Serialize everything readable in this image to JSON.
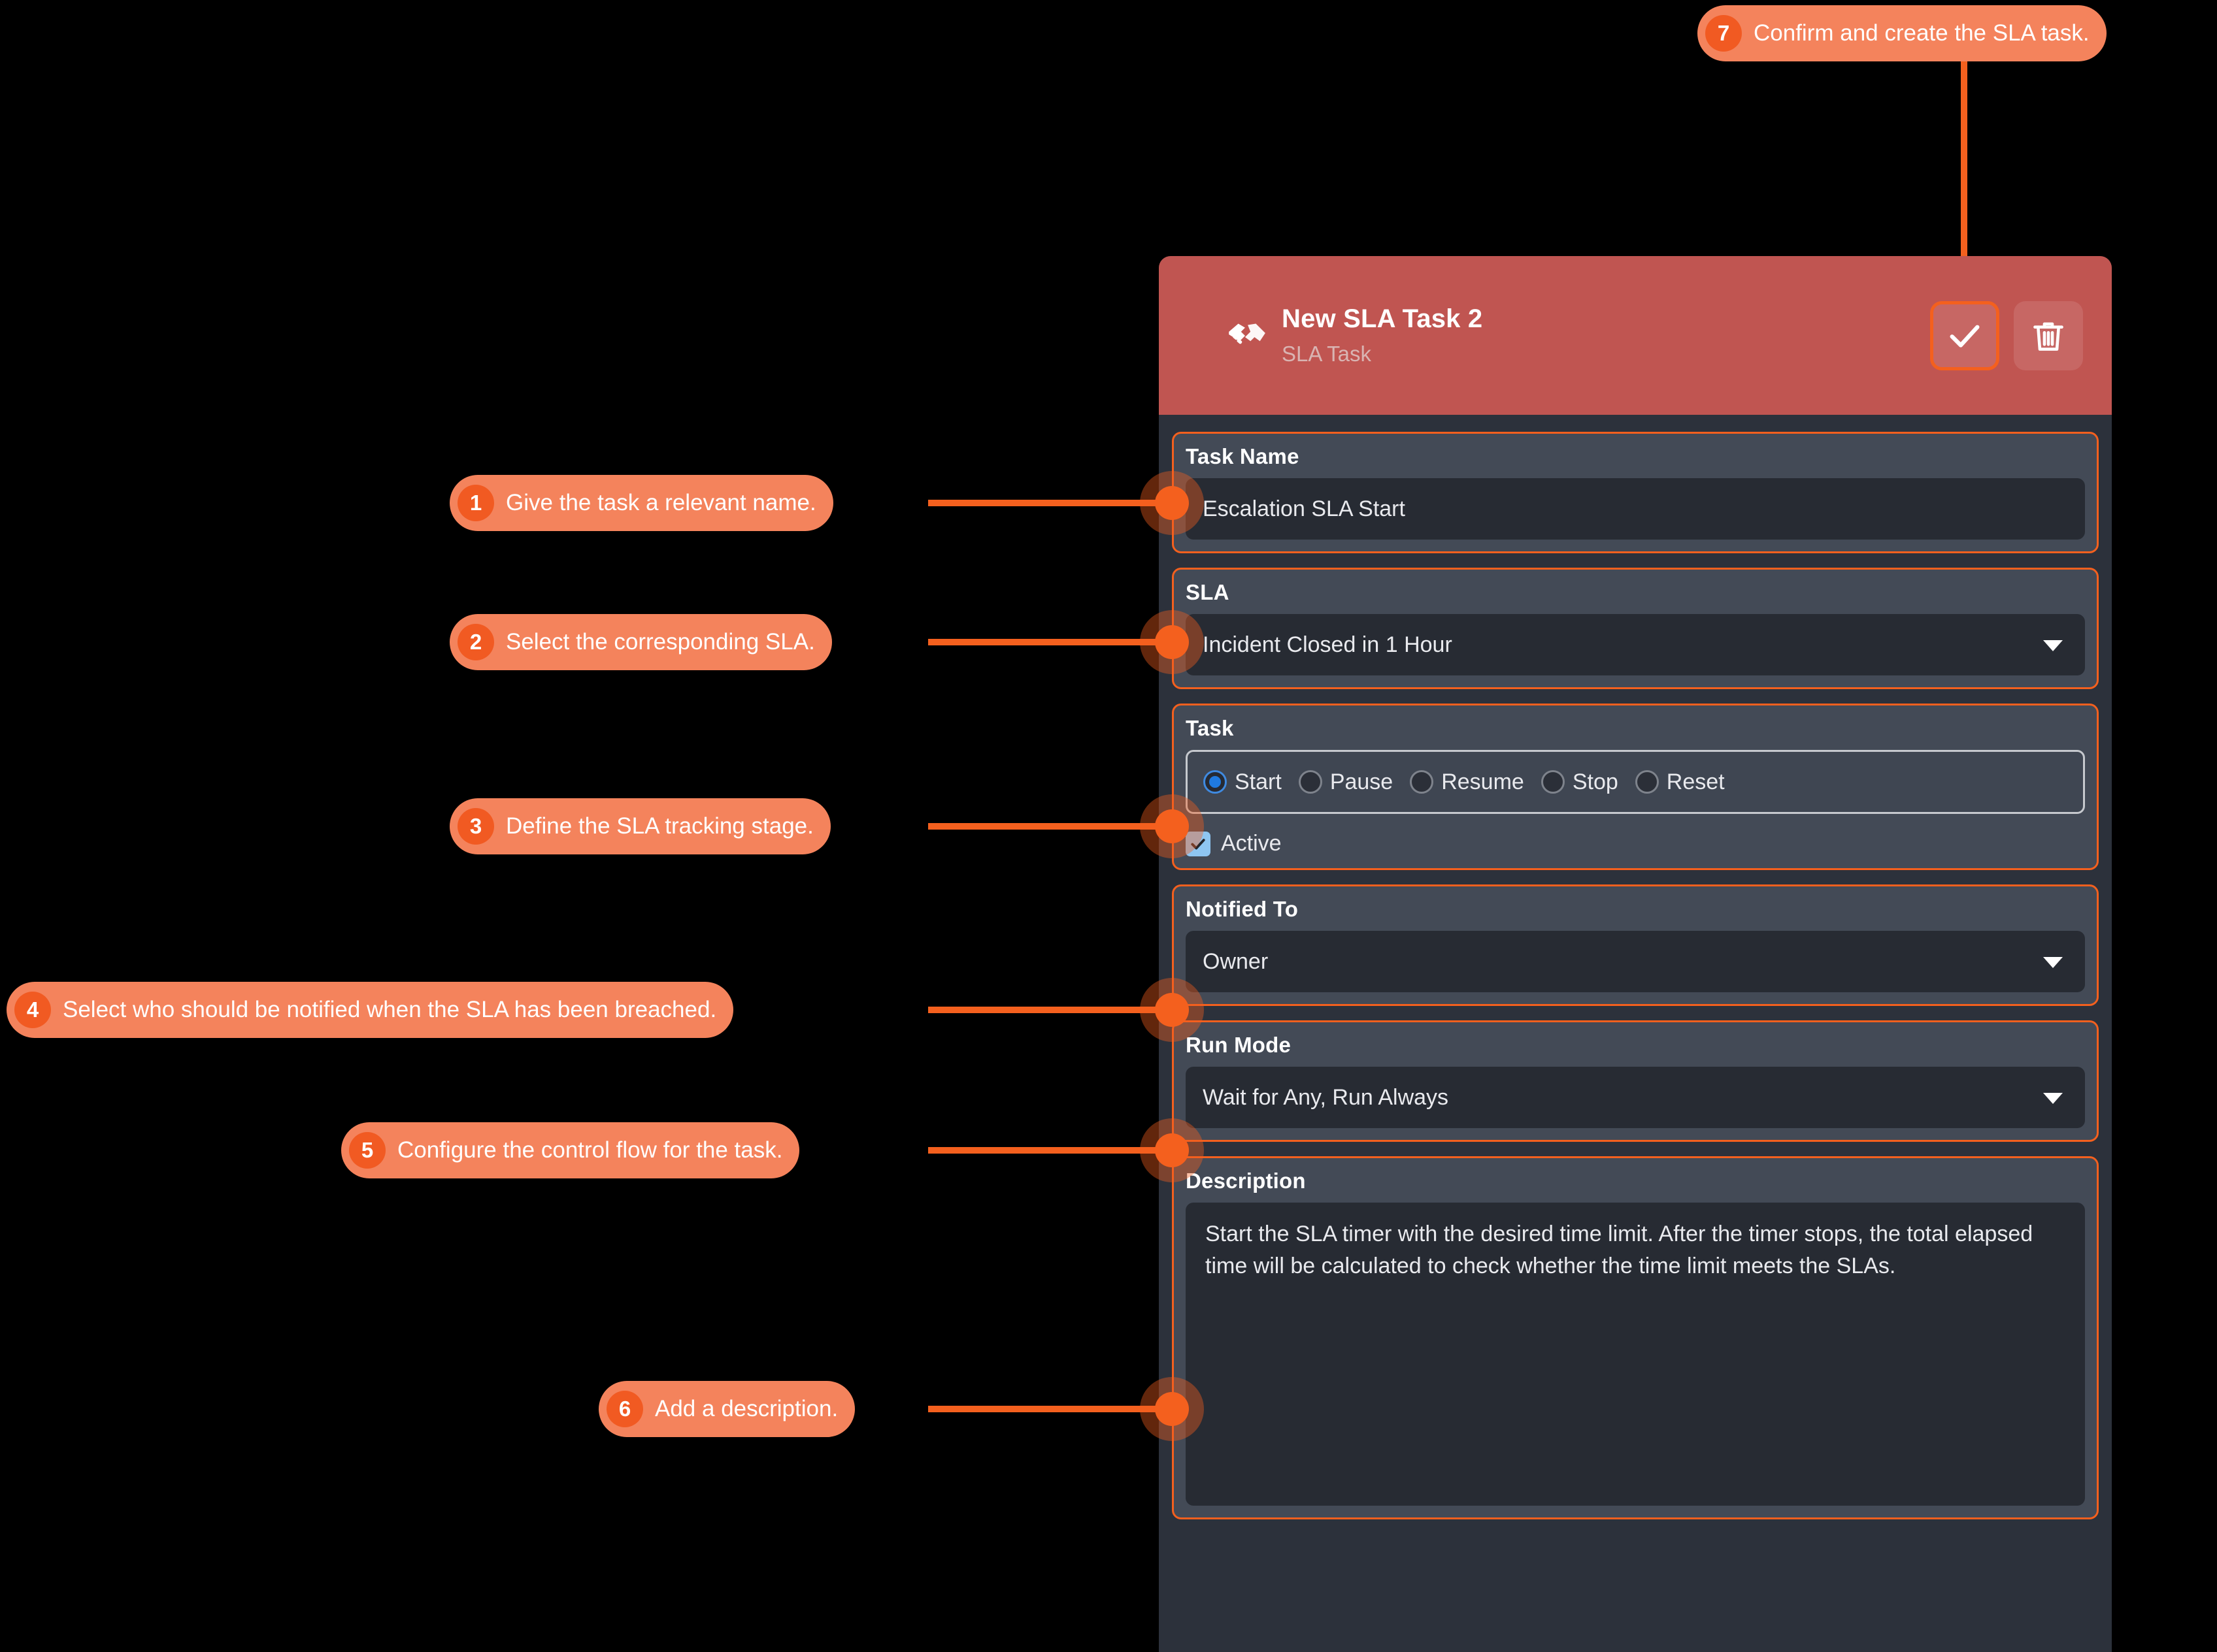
{
  "panel": {
    "header": {
      "icon": "handshake-icon",
      "title": "New SLA Task 2",
      "subtitle": "SLA Task",
      "confirm_label": "check-icon",
      "delete_label": "trash-icon"
    },
    "fields": {
      "task_name": {
        "label": "Task Name",
        "value": "Escalation SLA Start"
      },
      "sla": {
        "label": "SLA",
        "value": "Incident Closed in 1 Hour"
      },
      "task": {
        "label": "Task",
        "options": [
          {
            "label": "Start",
            "selected": true
          },
          {
            "label": "Pause",
            "selected": false
          },
          {
            "label": "Resume",
            "selected": false
          },
          {
            "label": "Stop",
            "selected": false
          },
          {
            "label": "Reset",
            "selected": false
          }
        ],
        "active_label": "Active",
        "active_checked": true
      },
      "notified_to": {
        "label": "Notified To",
        "value": "Owner"
      },
      "run_mode": {
        "label": "Run Mode",
        "value": "Wait for Any, Run Always"
      },
      "description": {
        "label": "Description",
        "value": "Start the SLA timer with the desired time limit. After the timer stops, the total elapsed time will be calculated to check whether the time limit meets the SLAs."
      }
    }
  },
  "callouts": [
    {
      "num": "1",
      "text": "Give the task a relevant name."
    },
    {
      "num": "2",
      "text": "Select the corresponding SLA."
    },
    {
      "num": "3",
      "text": "Define the SLA tracking stage."
    },
    {
      "num": "4",
      "text": "Select who should be notified when the SLA has been breached."
    },
    {
      "num": "5",
      "text": "Configure the control flow for the task."
    },
    {
      "num": "6",
      "text": "Add a description."
    },
    {
      "num": "7",
      "text": "Confirm and create the SLA task."
    }
  ],
  "colors": {
    "accent_orange": "#f4601e",
    "callout_bg": "#f4835c",
    "callout_badge": "#f15a22",
    "header_red": "#c05551",
    "panel_bg": "#2c313b",
    "group_bg": "#434a56",
    "input_bg": "#272b33",
    "radio_blue": "#1f7ae0",
    "checkbox_blue": "#8ec6f2"
  }
}
